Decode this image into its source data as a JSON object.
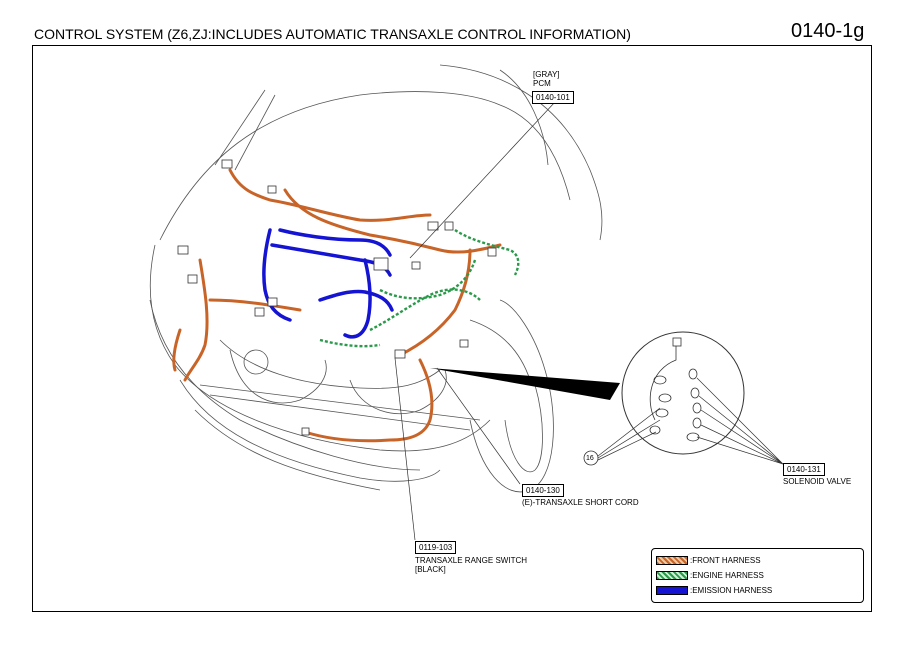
{
  "header": {
    "title": "CONTROL SYSTEM (Z6,ZJ:INCLUDES AUTOMATIC TRANSAXLE CONTROL INFORMATION)",
    "code": "0140-1g"
  },
  "callouts": {
    "pcm": {
      "color": "[GRAY]",
      "name": "PCM",
      "id": "0140-101"
    },
    "short_cord": {
      "id": "0140-130",
      "name": "(E)-TRANSAXLE SHORT CORD"
    },
    "range_switch": {
      "id": "0119-103",
      "name": "TRANSAXLE RANGE SWITCH",
      "color": "[BLACK]"
    },
    "solenoid": {
      "id": "0140-131",
      "name": "SOLENOID VALVE"
    },
    "detail_number": "16"
  },
  "legend": {
    "items": [
      {
        "label": ":FRONT HARNESS",
        "color": "#c86428"
      },
      {
        "label": ":ENGINE HARNESS",
        "color": "#2a9a4a"
      },
      {
        "label": ":EMISSION HARNESS",
        "color": "#1414d2"
      }
    ]
  }
}
